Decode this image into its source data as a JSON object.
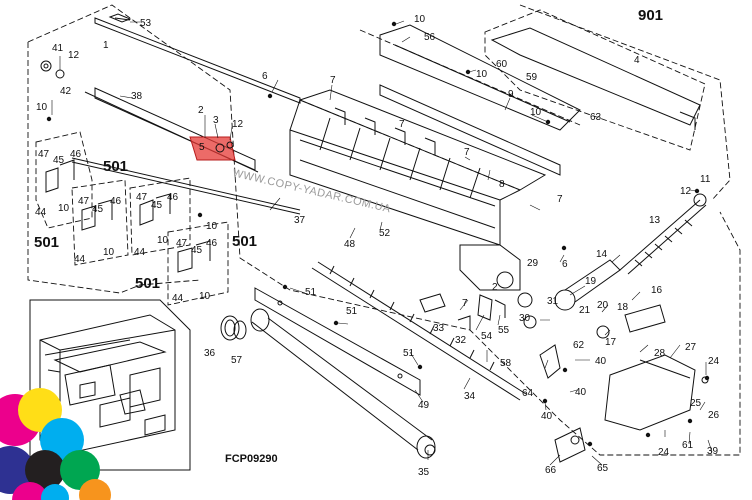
{
  "diagram": {
    "code": "FCP09290",
    "watermark": "WWW.COPY-YADAR.COM.UA",
    "highlight_color": "#e53935",
    "assemblies": {
      "a901": "901",
      "a501_1": "501",
      "a501_2": "501",
      "a501_3": "501",
      "a501_4": "501"
    },
    "labels": {
      "l53": "53",
      "l1": "1",
      "l41": "41",
      "l12a": "12",
      "l42": "42",
      "l10a": "10",
      "l38": "38",
      "l2a": "2",
      "l3": "3",
      "l12b": "12",
      "l5": "5",
      "l47a": "47",
      "l45a": "45",
      "l46a": "46",
      "l10b": "10",
      "l44a": "44",
      "l47b": "47",
      "l45b": "45",
      "l46b": "46",
      "l10c": "10",
      "l44b": "44",
      "l47c": "47",
      "l45c": "45",
      "l46c": "46",
      "l10d": "10",
      "l44c": "44",
      "l47d": "47",
      "l45d": "45",
      "l46d": "46",
      "l10e": "10",
      "l44d": "44",
      "l10f": "10",
      "l6a": "6",
      "l7a": "7",
      "l10g": "10",
      "l56": "56",
      "l10h": "10",
      "l60": "60",
      "l59": "59",
      "l4": "4",
      "l9": "9",
      "l10i": "10",
      "l63": "63",
      "l7b": "7",
      "l7c": "7",
      "l8": "8",
      "l7d": "7",
      "l11": "11",
      "l12c": "12",
      "l37": "37",
      "l48": "48",
      "l52": "52",
      "l13": "13",
      "l29": "29",
      "l6b": "6",
      "l14": "14",
      "l19": "19",
      "l51a": "51",
      "l51b": "51",
      "l36": "36",
      "l57": "57",
      "l33": "33",
      "l7e": "7",
      "l2b": "2",
      "l31": "31",
      "l30": "30",
      "l21": "21",
      "l20": "20",
      "l18": "18",
      "l16": "16",
      "l54": "54",
      "l55": "55",
      "l32": "32",
      "l17": "17",
      "l58": "58",
      "l62": "62",
      "l40a": "40",
      "l28": "28",
      "l27": "27",
      "l24a": "24",
      "l51c": "51",
      "l49": "49",
      "l34": "34",
      "l64": "64",
      "l40b": "40",
      "l40c": "40",
      "l26": "26",
      "l25": "25",
      "l24b": "24",
      "l61": "61",
      "l39": "39",
      "l35": "35",
      "l66": "66",
      "l65": "65"
    },
    "palette": [
      "#f7941d",
      "#ffde17",
      "#00a651",
      "#00aeef",
      "#2e3192",
      "#ec008c",
      "#231f20"
    ]
  }
}
